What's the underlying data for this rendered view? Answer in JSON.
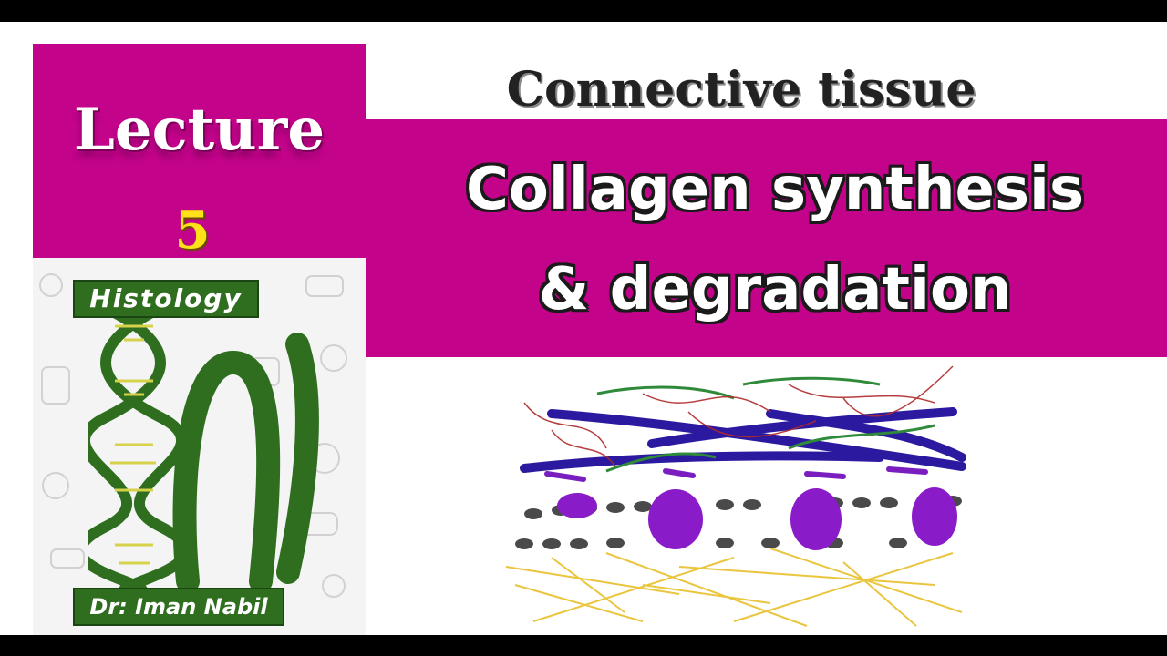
{
  "lecture": {
    "word": "Lecture",
    "number": "5"
  },
  "topic": "Connective tissue",
  "title": {
    "line1": "Collagen synthesis",
    "line2": "& degradation"
  },
  "logo": {
    "top_label": "Histology",
    "bottom_label": "Dr: Iman Nabil"
  },
  "colors": {
    "magenta": "#c4038b",
    "yellow": "#ffe11a",
    "green": "#2e6e1e",
    "white": "#ffffff",
    "black": "#000000"
  },
  "icons": [
    "dna-helix-icon",
    "collagen-fiber-illustration"
  ]
}
